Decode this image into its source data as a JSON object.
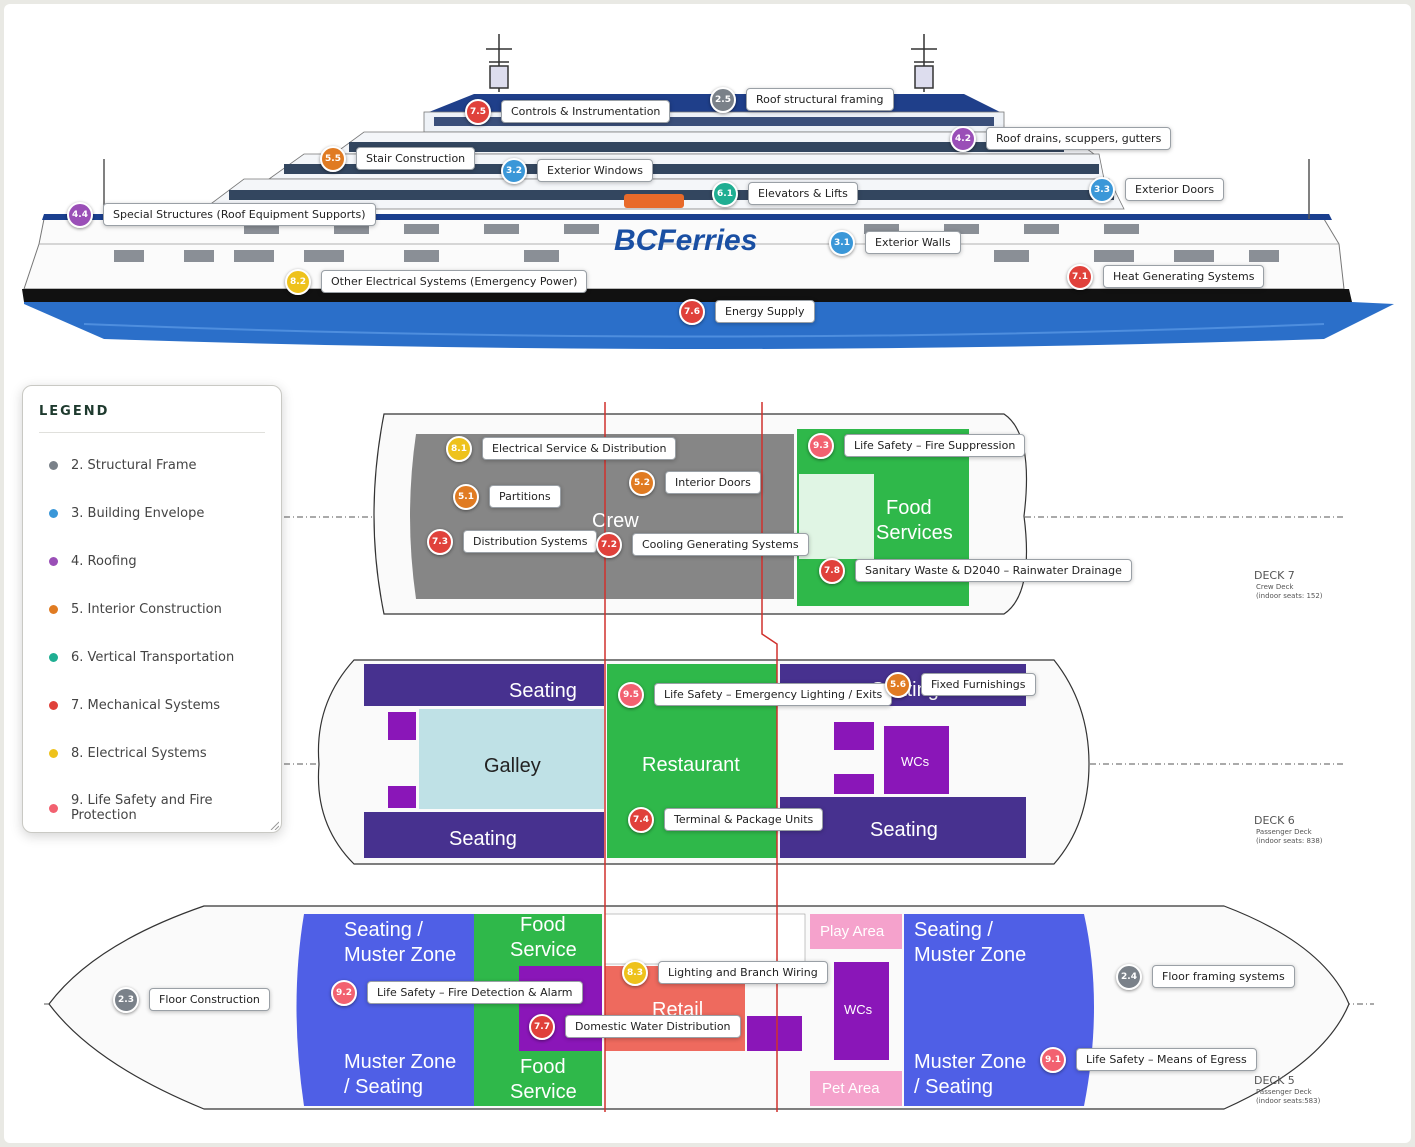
{
  "colors": {
    "c2": "#7a8189",
    "c3": "#3a97d8",
    "c4": "#9a4fb7",
    "c5": "#e07b22",
    "c6": "#1fae92",
    "c7": "#e0413b",
    "c8": "#eec21c",
    "c9": "#f26170",
    "hull_blue": "#2b6fc9",
    "crew_gray": "#868686",
    "food_green": "#2fb84a",
    "seating_purple": "#47318f",
    "galley_blue": "#bfe1e6",
    "wc_magenta": "#8a16b8",
    "muster_blue": "#4f5fe6",
    "retail_red": "#ee6a5e",
    "play_pink": "#f5a2cc"
  },
  "ship_logo": "BCFerries",
  "deck_zones": {
    "crew": "Crew",
    "food_services_l1": "Food",
    "food_services_l2": "Services",
    "seating": "Seating",
    "galley": "Galley",
    "restaurant": "Restaurant",
    "wcs": "WCs",
    "seating_muster_l1": "Seating /",
    "seating_muster_l2": "Muster Zone",
    "muster_seating_l1": "Muster Zone",
    "muster_seating_l2": "/ Seating",
    "food": "Food",
    "service": "Service",
    "retail": "Retail",
    "play_area": "Play Area",
    "pet_area": "Pet Area"
  },
  "deck_titles": {
    "deck7": "DECK 7",
    "deck7_sub1": "Crew Deck",
    "deck7_sub2": "(indoor seats: 152)",
    "deck6": "DECK 6",
    "deck6_sub1": "Passenger Deck",
    "deck6_sub2": "(indoor seats: 838)",
    "deck5": "DECK 5",
    "deck5_sub1": "Passenger Deck",
    "deck5_sub2": "(indoor seats:583)"
  },
  "hotspots": [
    {
      "code": "7.5",
      "label": "Controls & Instrumentation",
      "color": "#e0413b"
    },
    {
      "code": "2.5",
      "label": "Roof structural framing",
      "color": "#7a8189"
    },
    {
      "code": "4.2",
      "label": "Roof drains, scuppers, gutters",
      "color": "#9a4fb7"
    },
    {
      "code": "5.5",
      "label": "Stair Construction",
      "color": "#e07b22"
    },
    {
      "code": "3.2",
      "label": "Exterior Windows",
      "color": "#3a97d8"
    },
    {
      "code": "6.1",
      "label": "Elevators & Lifts",
      "color": "#1fae92"
    },
    {
      "code": "3.3",
      "label": "Exterior Doors",
      "color": "#3a97d8"
    },
    {
      "code": "4.4",
      "label": "Special Structures (Roof Equipment Supports)",
      "color": "#9a4fb7"
    },
    {
      "code": "3.1",
      "label": "Exterior Walls",
      "color": "#3a97d8"
    },
    {
      "code": "8.2",
      "label": "Other Electrical Systems (Emergency Power)",
      "color": "#eec21c"
    },
    {
      "code": "7.1",
      "label": "Heat Generating Systems",
      "color": "#e0413b"
    },
    {
      "code": "7.6",
      "label": "Energy Supply",
      "color": "#e0413b"
    },
    {
      "code": "8.1",
      "label": "Electrical Service & Distribution",
      "color": "#eec21c"
    },
    {
      "code": "9.3",
      "label": "Life Safety – Fire Suppression",
      "color": "#f26170"
    },
    {
      "code": "5.1",
      "label": "Partitions",
      "color": "#e07b22"
    },
    {
      "code": "5.2",
      "label": "Interior Doors",
      "color": "#e07b22"
    },
    {
      "code": "7.3",
      "label": "Distribution Systems",
      "color": "#e0413b"
    },
    {
      "code": "7.2",
      "label": "Cooling Generating Systems",
      "color": "#e0413b"
    },
    {
      "code": "7.8",
      "label": "Sanitary Waste & D2040 – Rainwater Drainage",
      "color": "#e0413b"
    },
    {
      "code": "9.5",
      "label": "Life Safety – Emergency Lighting / Exits",
      "color": "#f26170"
    },
    {
      "code": "5.6",
      "label": "Fixed Furnishings",
      "color": "#e07b22"
    },
    {
      "code": "7.4",
      "label": "Terminal & Package Units",
      "color": "#e0413b"
    },
    {
      "code": "8.3",
      "label": "Lighting and Branch Wiring",
      "color": "#eec21c"
    },
    {
      "code": "2.4",
      "label": "Floor framing systems",
      "color": "#7a8189"
    },
    {
      "code": "2.3",
      "label": "Floor Construction",
      "color": "#7a8189"
    },
    {
      "code": "9.2",
      "label": "Life Safety – Fire Detection & Alarm",
      "color": "#f26170"
    },
    {
      "code": "7.7",
      "label": "Domestic Water Distribution",
      "color": "#e0413b"
    },
    {
      "code": "9.1",
      "label": "Life Safety – Means of Egress",
      "color": "#f26170"
    }
  ],
  "legend": {
    "title": "LEGEND",
    "items": [
      {
        "label": "2. Structural Frame",
        "color": "#7a8189"
      },
      {
        "label": "3. Building Envelope",
        "color": "#3a97d8"
      },
      {
        "label": "4. Roofing",
        "color": "#9a4fb7"
      },
      {
        "label": "5. Interior Construction",
        "color": "#e07b22"
      },
      {
        "label": "6. Vertical Transportation",
        "color": "#1fae92"
      },
      {
        "label": "7. Mechanical Systems",
        "color": "#e0413b"
      },
      {
        "label": "8. Electrical Systems",
        "color": "#eec21c"
      },
      {
        "label": "9. Life Safety and Fire Protection",
        "color": "#f26170"
      }
    ]
  }
}
